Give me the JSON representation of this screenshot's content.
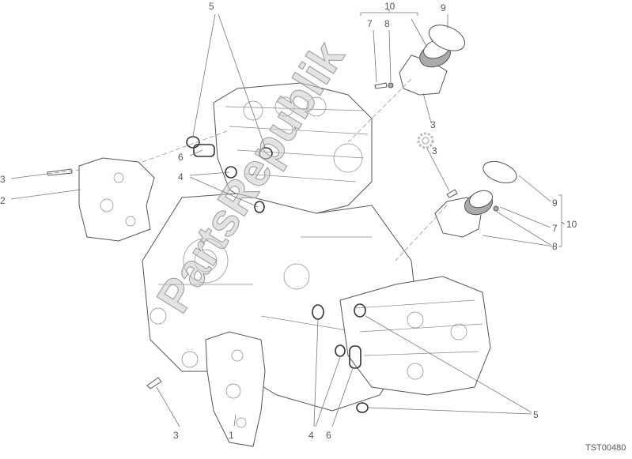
{
  "diagram": {
    "reference_code": "TST00480",
    "watermark": "PartsRepublik",
    "callouts": [
      "5",
      "10",
      "7",
      "8",
      "9",
      "3",
      "3",
      "6",
      "4",
      "3",
      "2",
      "9",
      "7",
      "8",
      "10",
      "5",
      "3",
      "1",
      "4",
      "6"
    ]
  }
}
